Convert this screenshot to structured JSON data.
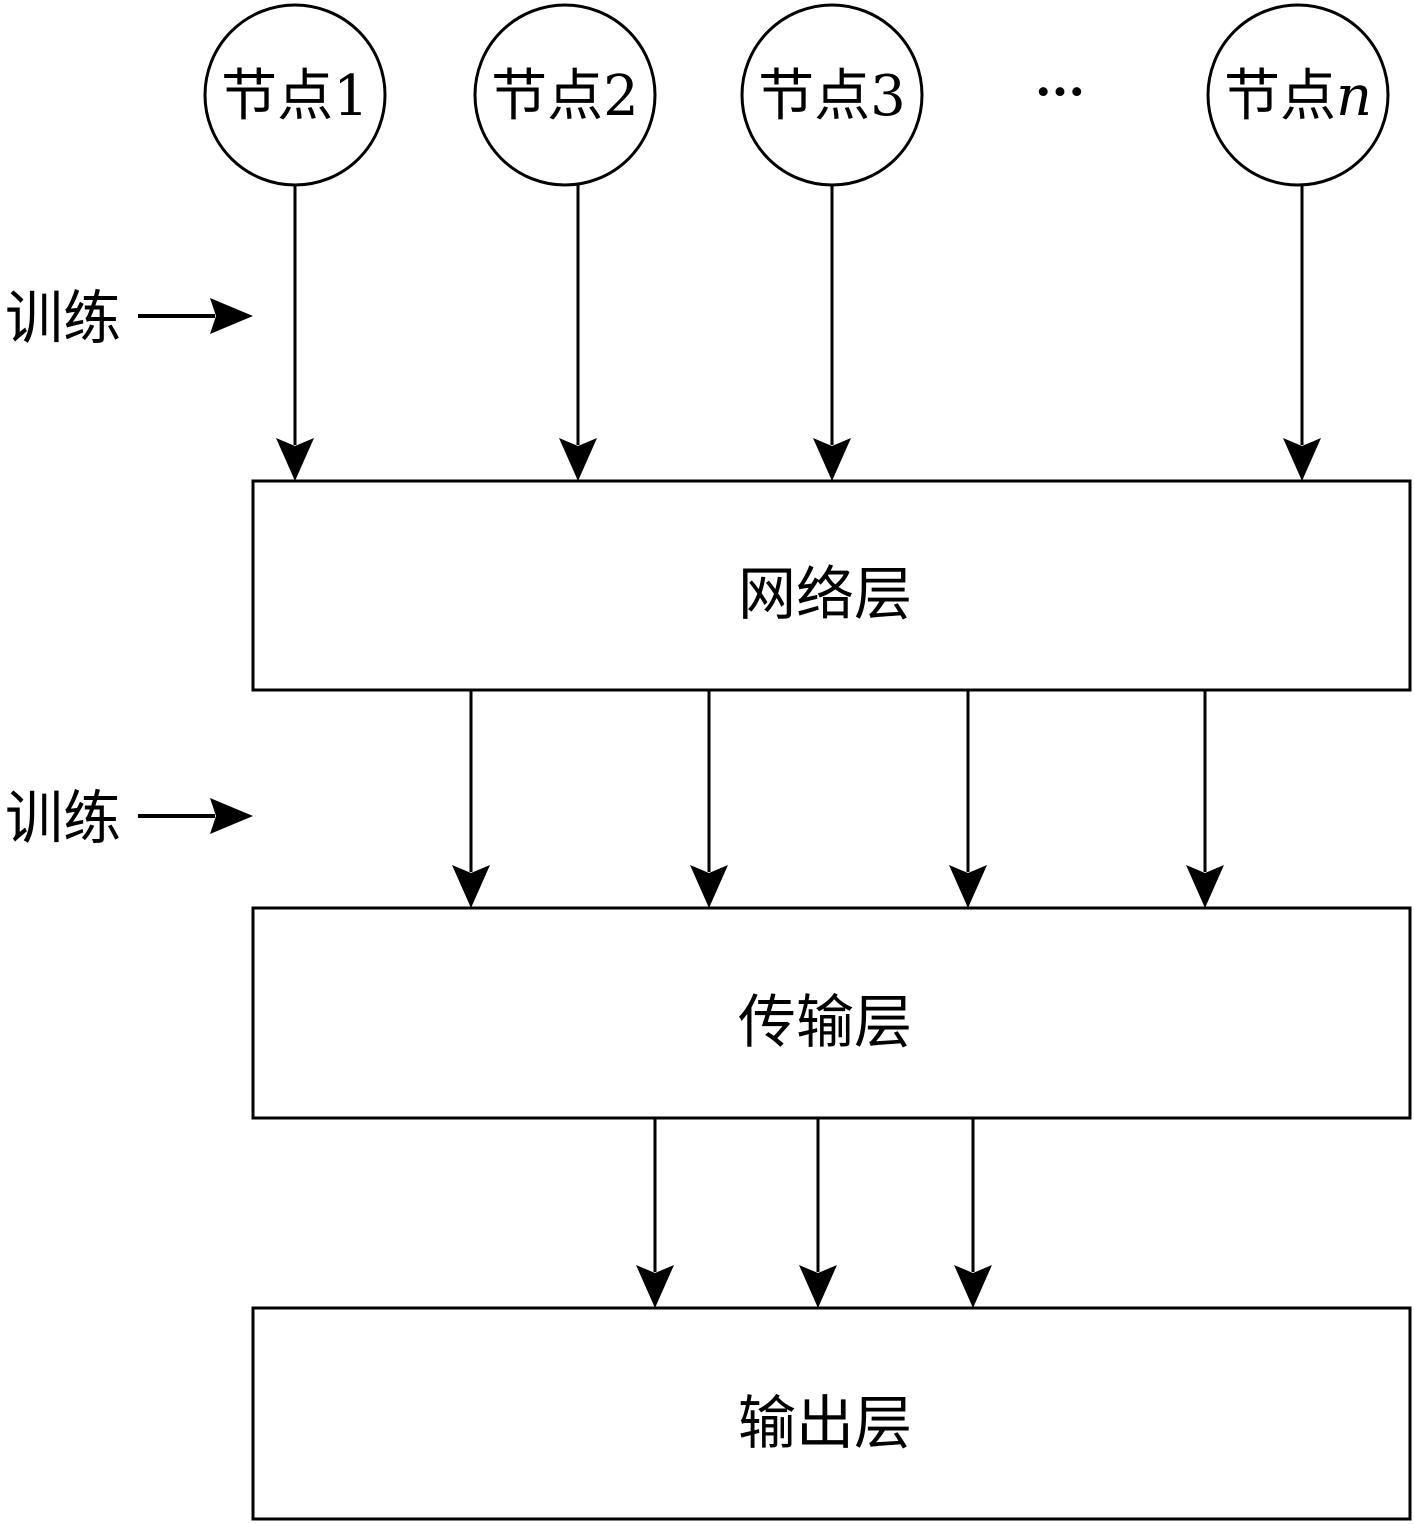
{
  "nodes": [
    {
      "prefix": "节点",
      "index": "1",
      "italic": false
    },
    {
      "prefix": "节点",
      "index": "2",
      "italic": false
    },
    {
      "prefix": "节点",
      "index": "3",
      "italic": false
    },
    {
      "prefix": "节点",
      "index": "n",
      "italic": true
    }
  ],
  "ellipsis": "···",
  "training_labels": [
    "训练",
    "训练"
  ],
  "layers": {
    "network": "网络层",
    "transport": "传输层",
    "output": "输出层"
  },
  "colors": {
    "stroke": "#000000",
    "background": "#ffffff"
  }
}
